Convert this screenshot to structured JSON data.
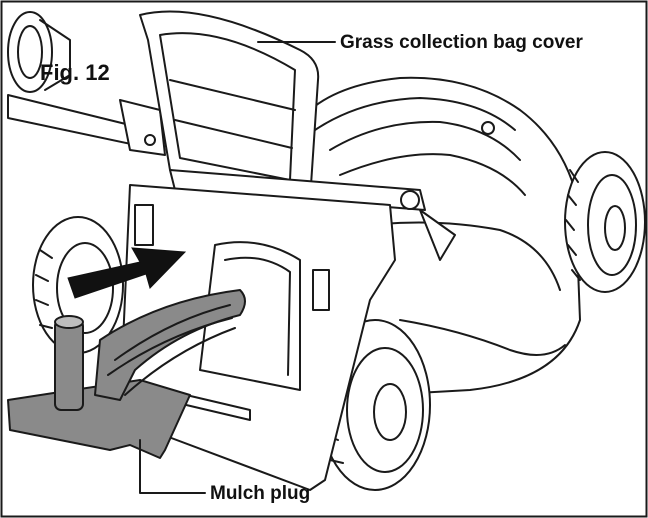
{
  "figure": {
    "fig_label": "Fig. 12",
    "callouts": {
      "bag_cover": "Grass collection bag cover",
      "mulch_plug": "Mulch plug"
    }
  },
  "colors": {
    "line": "#1a1a1a",
    "plug_fill": "#8a8a8a",
    "arrow": "#111111",
    "background": "#ffffff"
  },
  "icons": {
    "arrow": "insert-direction-arrow"
  }
}
